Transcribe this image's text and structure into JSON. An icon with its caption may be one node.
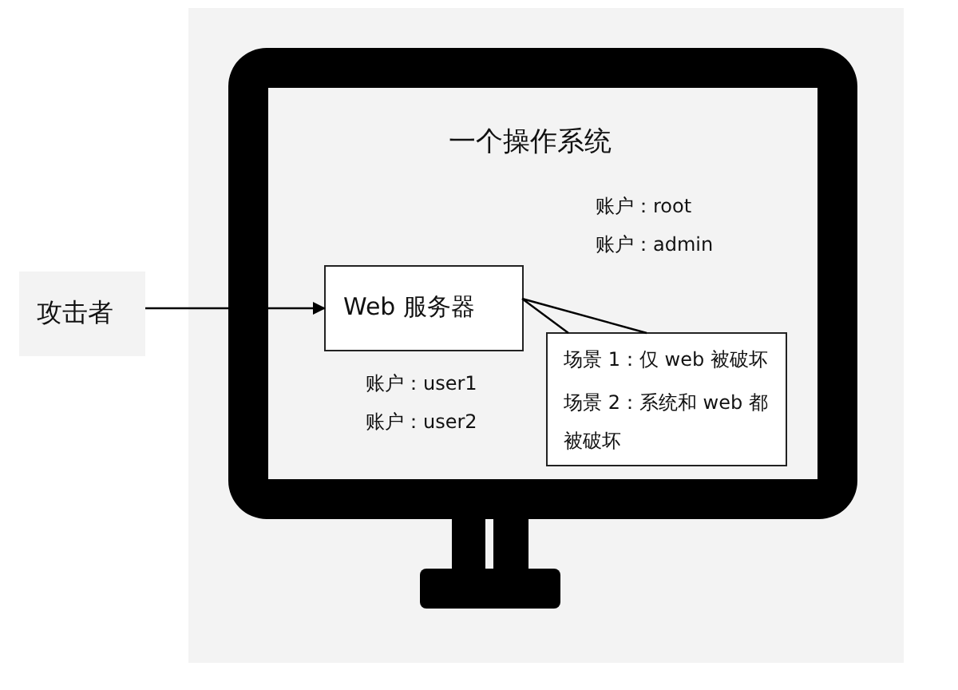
{
  "diagram": {
    "nodes": [
      {
        "text": [
          "一个操作系统"
        ]
      },
      {
        "text": [
          "攻击者"
        ]
      },
      {
        "text": [
          "Web 服务器"
        ],
        "in": 0,
        "beside": [
          "账户：user1",
          "账户：user2"
        ]
      },
      {
        "text": [
          "场景 1：仅 web 被破坏",
          "场景 2：系统和 web 都被破坏"
        ],
        "in": 0
      }
    ],
    "edges": [
      {
        "from": 1,
        "to": 2,
        "arrow": "to"
      },
      {
        "from": 3,
        "to": 2,
        "arrow": "none"
      }
    ],
    "labels": [
      "账户：root",
      "账户：admin"
    ]
  }
}
